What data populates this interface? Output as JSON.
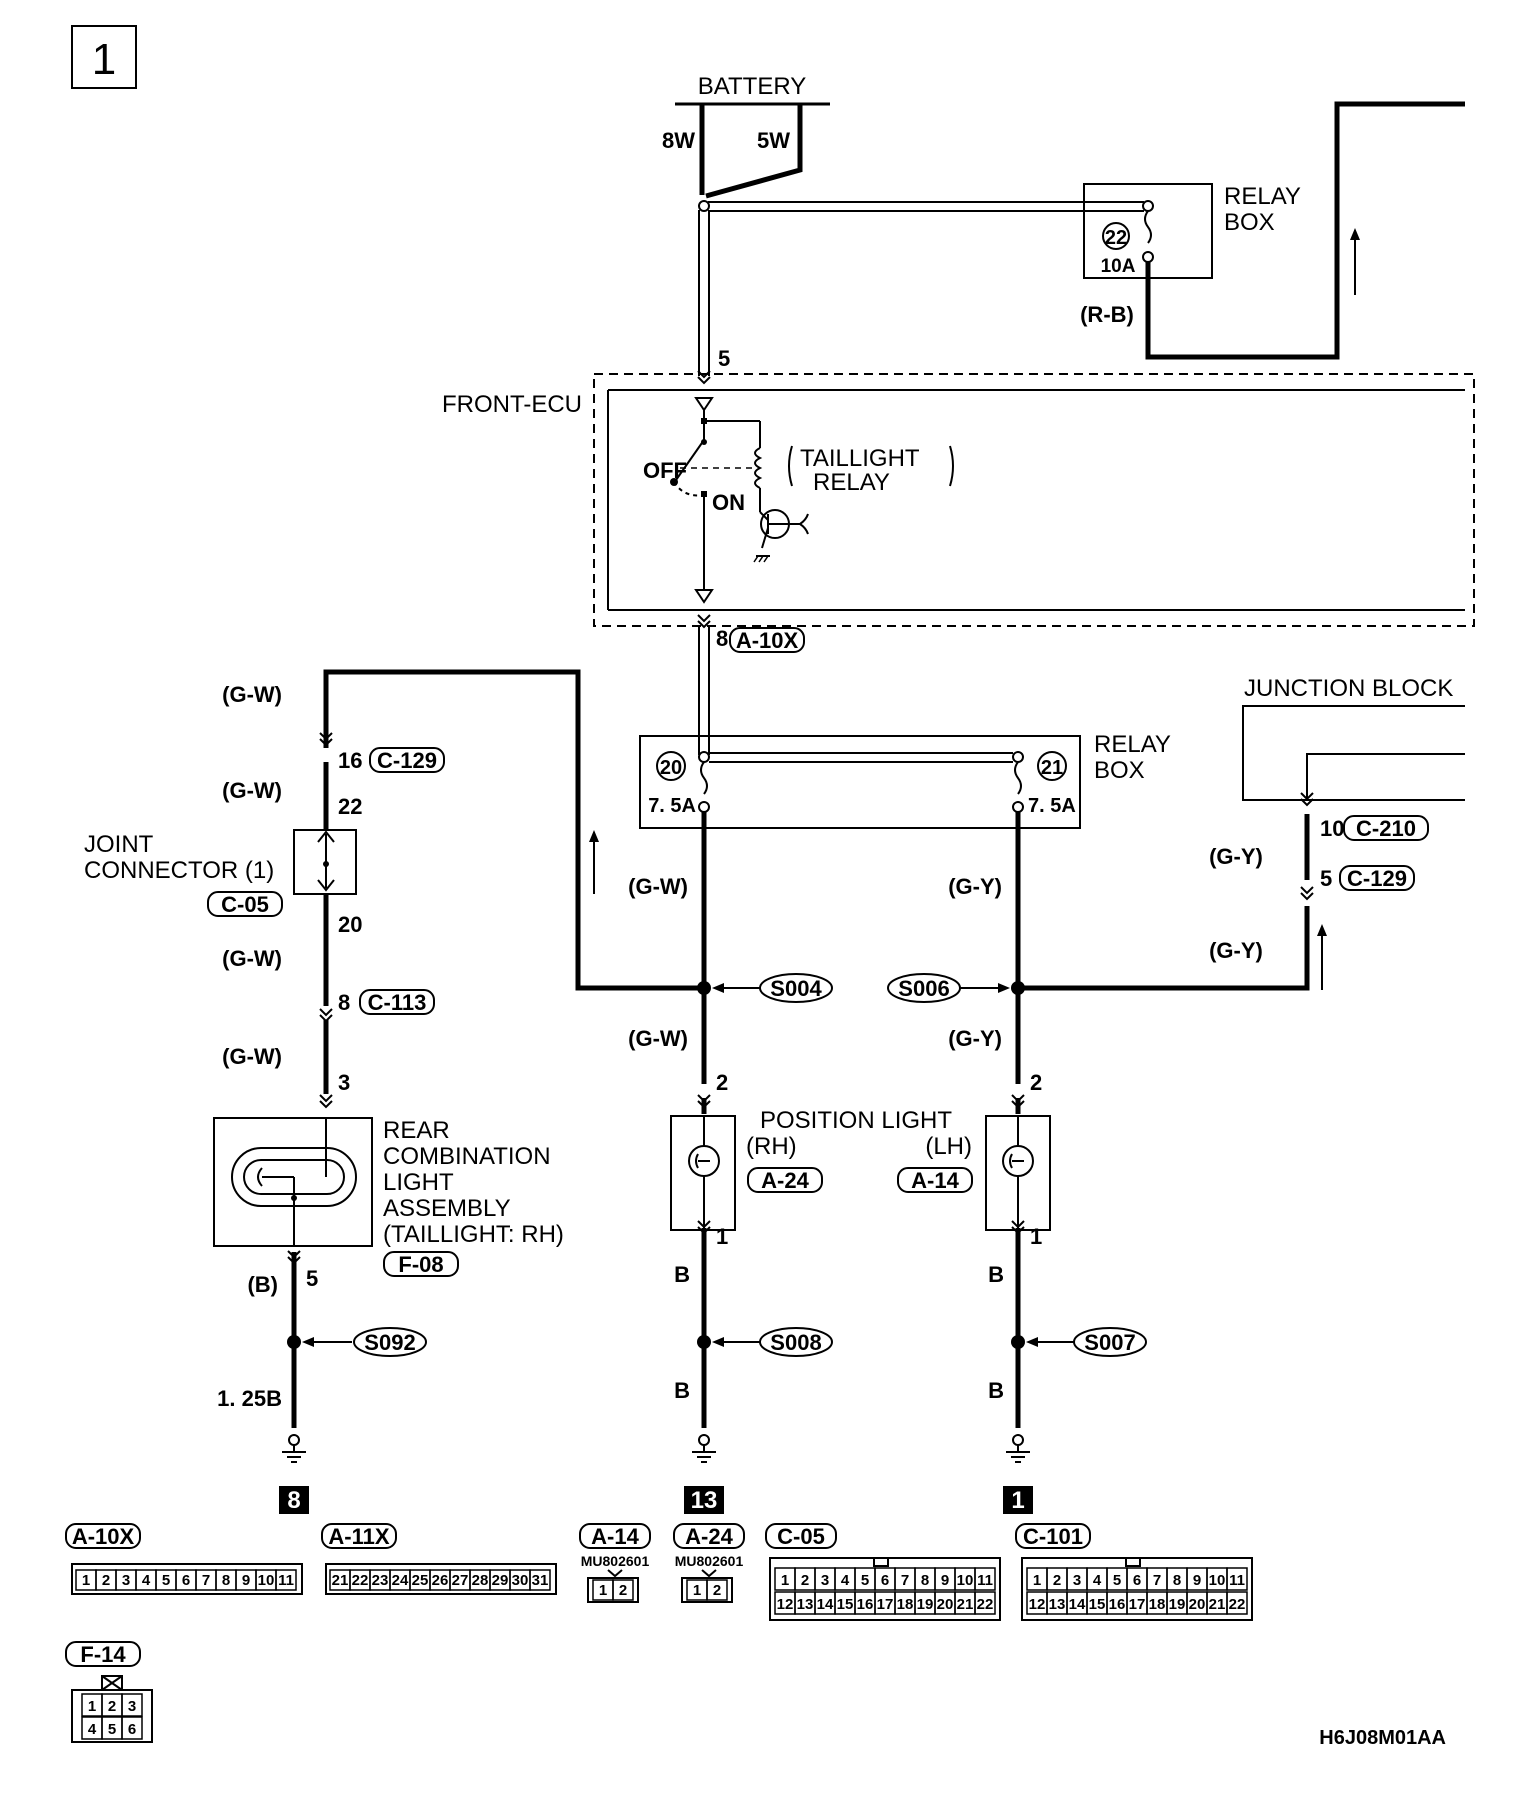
{
  "page_number": "1",
  "battery": {
    "label": "BATTERY",
    "wire_left": "8W",
    "wire_right": "5W"
  },
  "relay_box_top": {
    "line1": "RELAY",
    "line2": "BOX",
    "fuse_no": "22",
    "fuse_rating": "10A",
    "wire": "(R-B)"
  },
  "front_ecu": {
    "label": "FRONT-ECU",
    "pin_in": "5",
    "pin_out": "8",
    "connector": "A-10X",
    "switch_off": "OFF",
    "switch_on": "ON",
    "relay_line1": "TAILLIGHT",
    "relay_line2": "RELAY"
  },
  "relay_box_mid": {
    "line1": "RELAY",
    "line2": "BOX",
    "fuse_left_no": "20",
    "fuse_left_rating": "7. 5A",
    "fuse_right_no": "21",
    "fuse_right_rating": "7. 5A"
  },
  "junction_block": {
    "label": "JUNCTION BLOCK",
    "pin1": "10",
    "conn1": "C-210",
    "pin2": "5",
    "conn2": "C-129",
    "wire": "(G-Y)"
  },
  "left_branch": {
    "wire": "(G-W)",
    "pin16": "16",
    "conn_c129": "C-129",
    "pin22": "22",
    "pin20": "20",
    "joint_line1": "JOINT",
    "joint_line2": "CONNECTOR (1)",
    "joint_conn": "C-05",
    "pin8": "8",
    "conn_c113": "C-113",
    "pin3": "3",
    "lamp_line1": "REAR",
    "lamp_line2": "COMBINATION",
    "lamp_line3": "LIGHT",
    "lamp_line4": "ASSEMBLY",
    "lamp_line5": "(TAILLIGHT: RH)",
    "lamp_conn": "F-08",
    "pin5": "5",
    "ground_wire": "(B)",
    "splice": "S092",
    "ground_gauge": "1. 25B",
    "ground_no": "8"
  },
  "mid_branch": {
    "wire": "(G-W)",
    "splice_top": "S004",
    "pin2": "2",
    "pin1": "1",
    "position_label": "POSITION LIGHT",
    "side": "(RH)",
    "conn": "A-24",
    "ground_wire": "B",
    "splice_bottom": "S008",
    "ground_no": "13"
  },
  "right_branch": {
    "wire": "(G-Y)",
    "splice_top": "S006",
    "pin2": "2",
    "pin1": "1",
    "side": "(LH)",
    "conn": "A-14",
    "ground_wire": "B",
    "splice_bottom": "S007",
    "ground_no": "1"
  },
  "connectors": {
    "a10x": {
      "name": "A-10X",
      "pins": [
        "1",
        "2",
        "3",
        "4",
        "5",
        "6",
        "7",
        "8",
        "9",
        "10",
        "11"
      ]
    },
    "a11x": {
      "name": "A-11X",
      "pins": [
        "21",
        "22",
        "23",
        "24",
        "25",
        "26",
        "27",
        "28",
        "29",
        "30",
        "31"
      ]
    },
    "a14": {
      "name": "A-14",
      "part": "MU802601",
      "pins": [
        "1",
        "2"
      ]
    },
    "a24": {
      "name": "A-24",
      "part": "MU802601",
      "pins": [
        "1",
        "2"
      ]
    },
    "c05": {
      "name": "C-05",
      "row1": [
        "1",
        "2",
        "3",
        "4",
        "5",
        "6",
        "7",
        "8",
        "9",
        "10",
        "11"
      ],
      "row2": [
        "12",
        "13",
        "14",
        "15",
        "16",
        "17",
        "18",
        "19",
        "20",
        "21",
        "22"
      ]
    },
    "c101": {
      "name": "C-101",
      "row1": [
        "1",
        "2",
        "3",
        "4",
        "5",
        "6",
        "7",
        "8",
        "9",
        "10",
        "11"
      ],
      "row2": [
        "12",
        "13",
        "14",
        "15",
        "16",
        "17",
        "18",
        "19",
        "20",
        "21",
        "22"
      ]
    },
    "f14": {
      "name": "F-14",
      "row1": [
        "1",
        "2",
        "3"
      ],
      "row2": [
        "4",
        "5",
        "6"
      ]
    }
  },
  "figure_code": "H6J08M01AA"
}
